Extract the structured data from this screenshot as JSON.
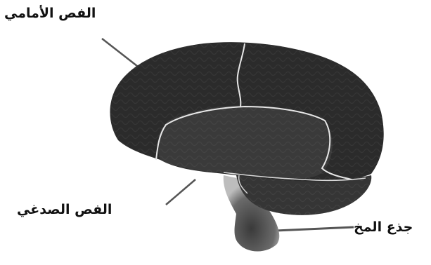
{
  "labels": {
    "frontal_lobe": "الفص الأمامي",
    "temporal_lobe": "الفص الصدغي",
    "brain_stem": "جذع المخ"
  },
  "colors": {
    "brain_fill": "#2b2b2b",
    "temporal_fill": "#3a3a3a",
    "cerebellum_fill": "#353535",
    "sulcus_line": "#e6e6e6",
    "leader_line": "#555555"
  }
}
